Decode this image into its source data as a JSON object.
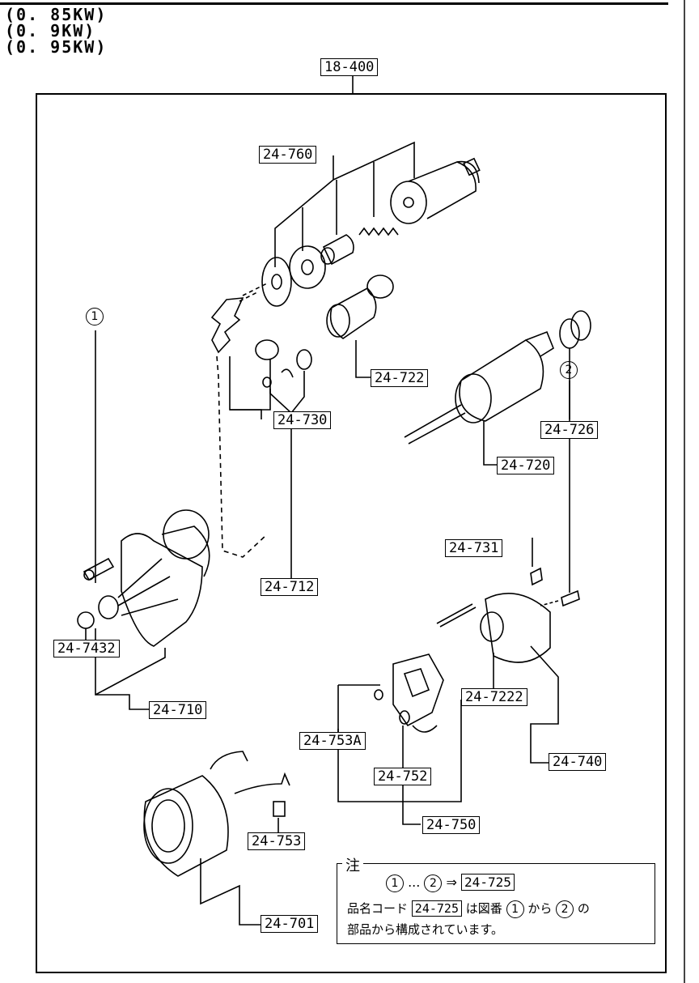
{
  "header": {
    "lines": [
      "(0. 85KW)",
      "(0. 9KW)",
      "(0. 95KW)"
    ]
  },
  "assembly_code": "18-400",
  "parts": {
    "p24_760": "24-760",
    "p24_730": "24-730",
    "p24_726": "24-726",
    "p24_720": "24-720",
    "p24_722": "24-722",
    "p24_712": "24-712",
    "p24_7432": "24-7432",
    "p24_710": "24-710",
    "p24_731": "24-731",
    "p24_7222": "24-7222",
    "p24_740": "24-740",
    "p24_753A": "24-753A",
    "p24_752": "24-752",
    "p24_750": "24-750",
    "p24_753": "24-753",
    "p24_701": "24-701"
  },
  "markers": {
    "m1": "1",
    "m2": "2"
  },
  "note": {
    "title": "注",
    "range_start": "1",
    "range_dots": "...",
    "range_end": "2",
    "arrow": "⇒",
    "range_code": "24-725",
    "line2_prefix": "品名コード",
    "line2_code": "24-725",
    "line2_mid": "は図番",
    "line2_from": "1",
    "line2_kara": "から",
    "line2_to": "2",
    "line2_no": "の",
    "line3": "部品から構成されています。"
  }
}
